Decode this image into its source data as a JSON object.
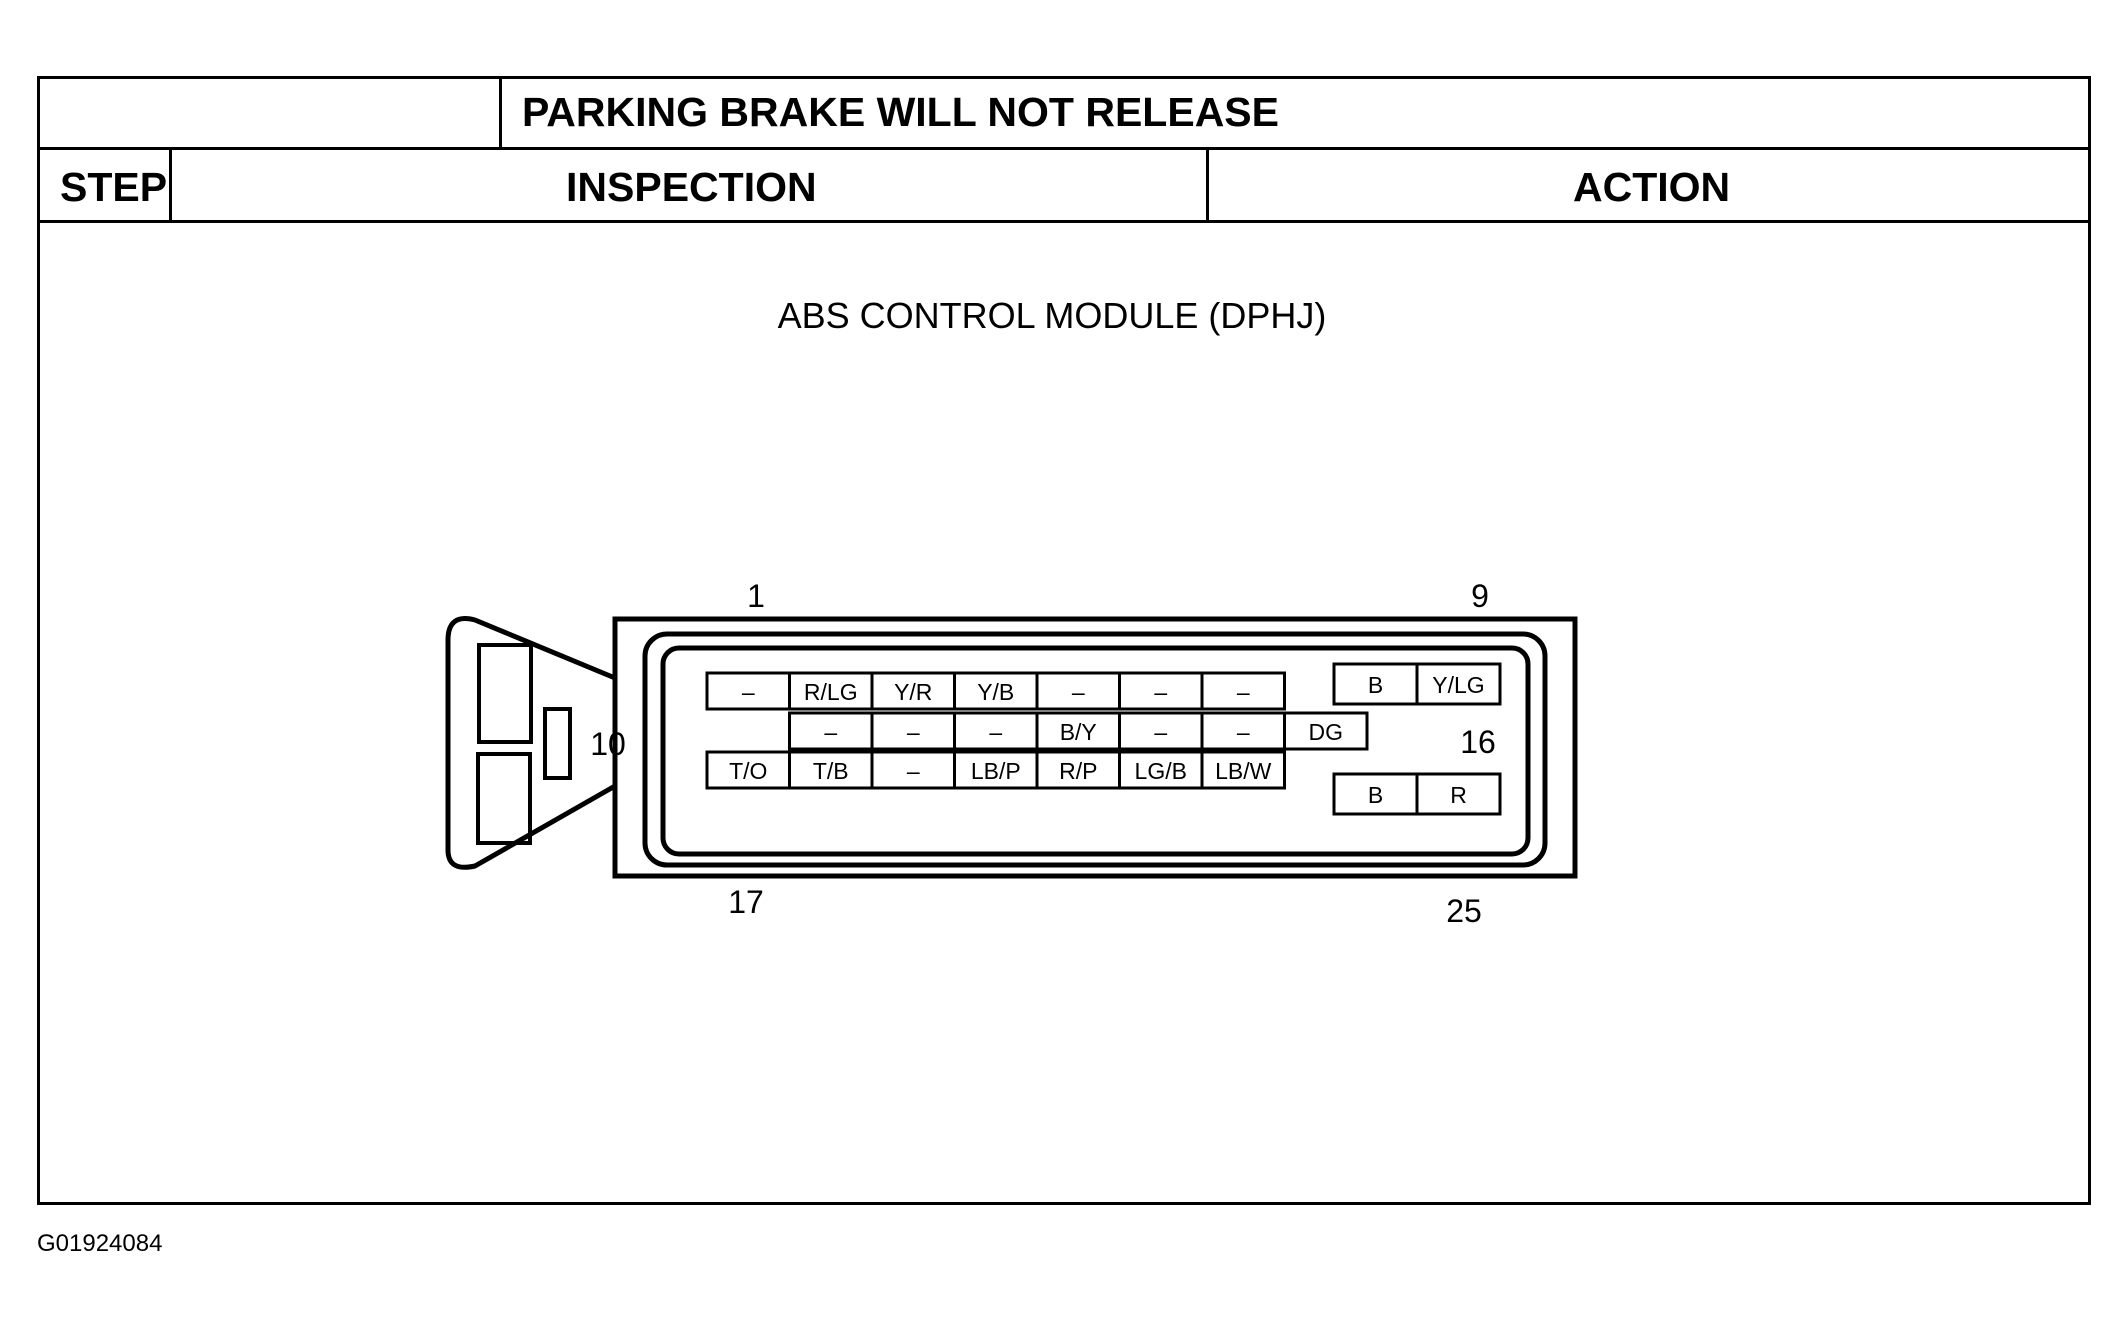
{
  "table": {
    "title": "PARKING BRAKE WILL NOT RELEASE",
    "col_step": "STEP",
    "col_inspection": "INSPECTION",
    "col_action": "ACTION"
  },
  "diagram": {
    "title": "ABS CONTROL MODULE (DPHJ)",
    "pin_numbers": {
      "pin1": "1",
      "pin9": "9",
      "pin10": "10",
      "pin16": "16",
      "pin17": "17",
      "pin25": "25"
    },
    "row1": [
      "–",
      "R/LG",
      "Y/R",
      "Y/B",
      "–",
      "–",
      "–"
    ],
    "row2": [
      "–",
      "–",
      "–",
      "B/Y",
      "–",
      "–",
      "DG"
    ],
    "row3": [
      "T/O",
      "T/B",
      "–",
      "LB/P",
      "R/P",
      "LG/B",
      "LB/W"
    ],
    "right_top": [
      "B",
      "Y/LG"
    ],
    "right_bottom": [
      "B",
      "R"
    ]
  },
  "figure_id": "G01924084"
}
